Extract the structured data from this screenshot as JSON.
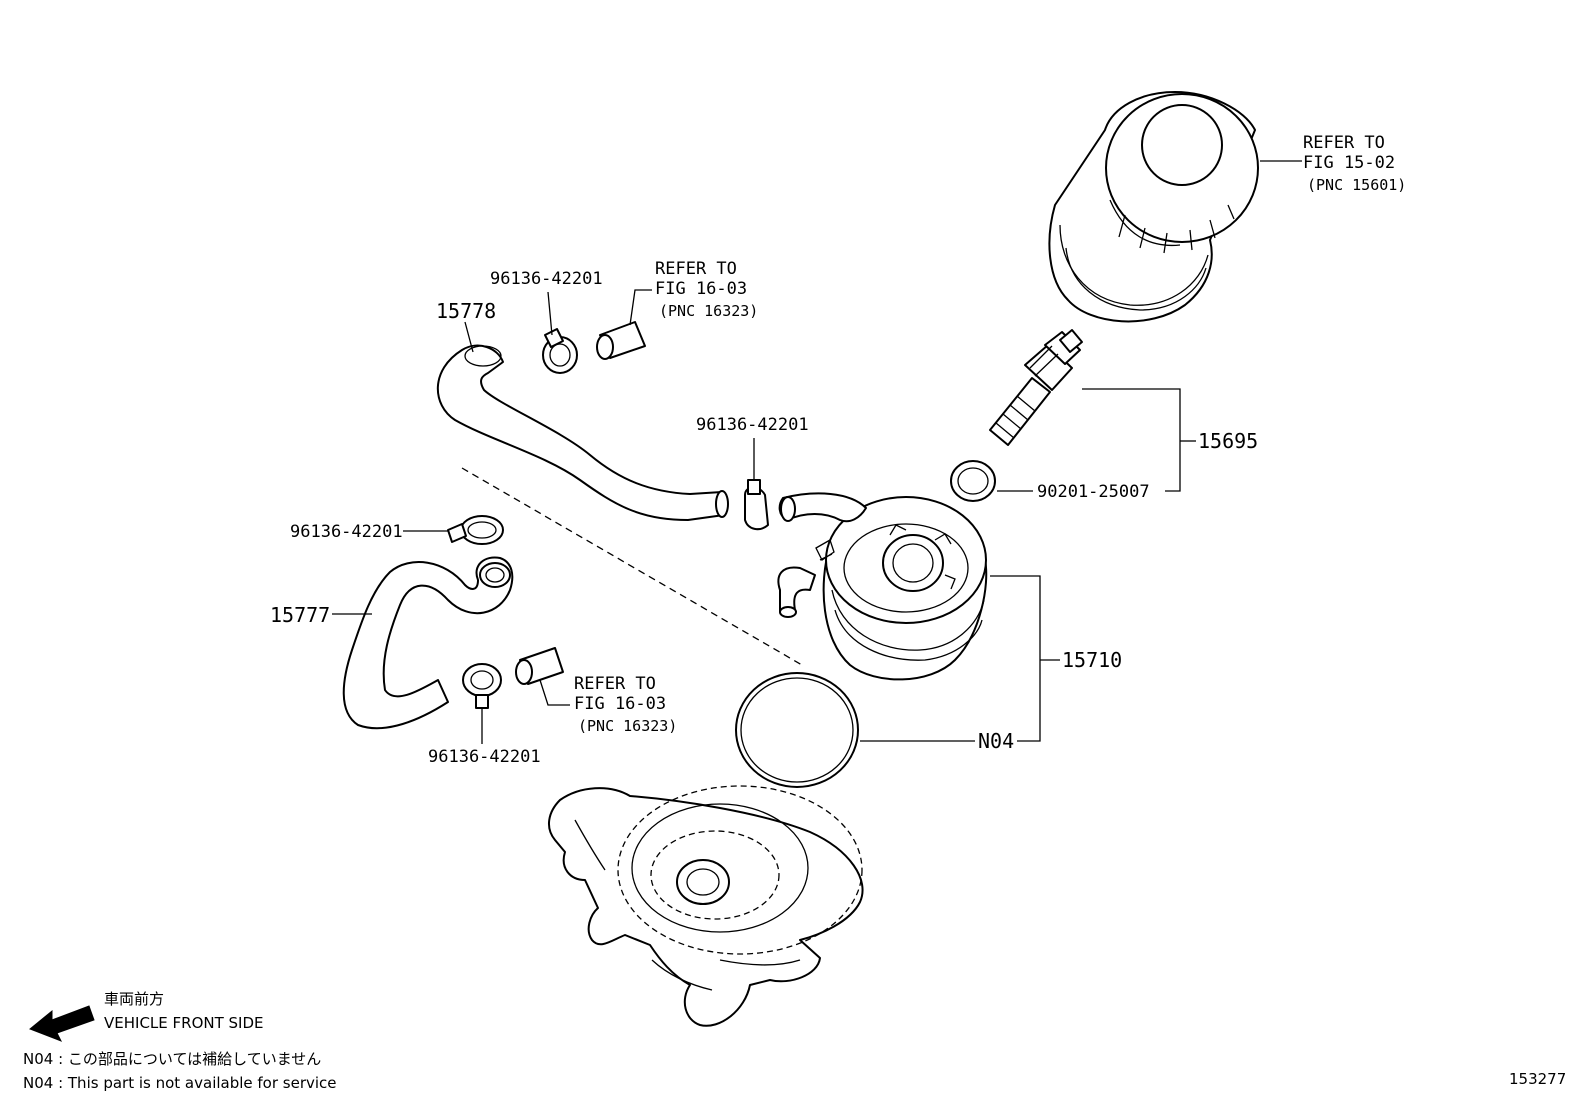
{
  "callouts": {
    "oil_filter_ref": {
      "line1": "REFER TO",
      "line2": "FIG 15-02",
      "line3": "(PNC 15601)"
    },
    "hose_upper_ref": {
      "line1": "REFER TO",
      "line2": "FIG 16-03",
      "line3": "(PNC 16323)"
    },
    "hose_lower_ref": {
      "line1": "REFER TO",
      "line2": "FIG 16-03",
      "line3": "(PNC 16323)"
    },
    "part_15778": "15778",
    "part_15777": "15777",
    "part_15695": "15695",
    "part_15710": "15710",
    "part_90201": "90201-25007",
    "part_n04": "N04",
    "clamp_a": "96136-42201",
    "clamp_b": "96136-42201",
    "clamp_c": "96136-42201",
    "clamp_d": "96136-42201"
  },
  "legend": {
    "direction_jp": "車両前方",
    "direction_en": "VEHICLE FRONT SIDE",
    "note_jp": "N04 : この部品については補給していません",
    "note_en": "N04 : This part is not available for service"
  },
  "figure_number": "153277"
}
